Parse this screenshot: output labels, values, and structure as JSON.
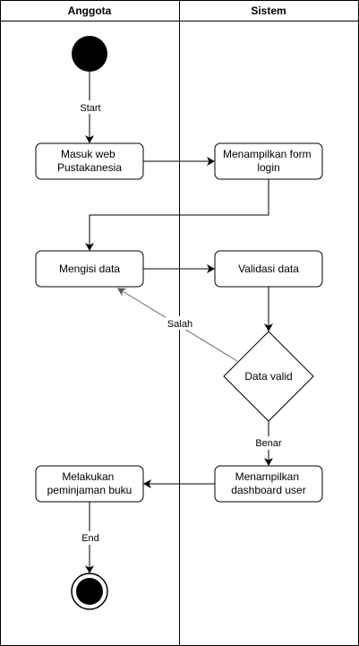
{
  "swimlanes": {
    "left_title": "Anggota",
    "right_title": "Sistem"
  },
  "nodes": {
    "masuk_web": [
      "Masuk web",
      "Pustakanesia"
    ],
    "tampil_form": [
      "Menampilkan form",
      "login"
    ],
    "mengisi_data": [
      "Mengisi data"
    ],
    "validasi_data": [
      "Validasi data"
    ],
    "data_valid": [
      "Data valid"
    ],
    "tampil_dashboard": [
      "Menampilkan",
      "dashboard user"
    ],
    "peminjaman": [
      "Melakukan",
      "peminjaman buku"
    ]
  },
  "edge_labels": {
    "start": "Start",
    "salah": "Salah",
    "benar": "Benar",
    "end": "End"
  },
  "colors": {
    "line": "#000000",
    "salah_line": "#666666",
    "fill": "#ffffff"
  }
}
